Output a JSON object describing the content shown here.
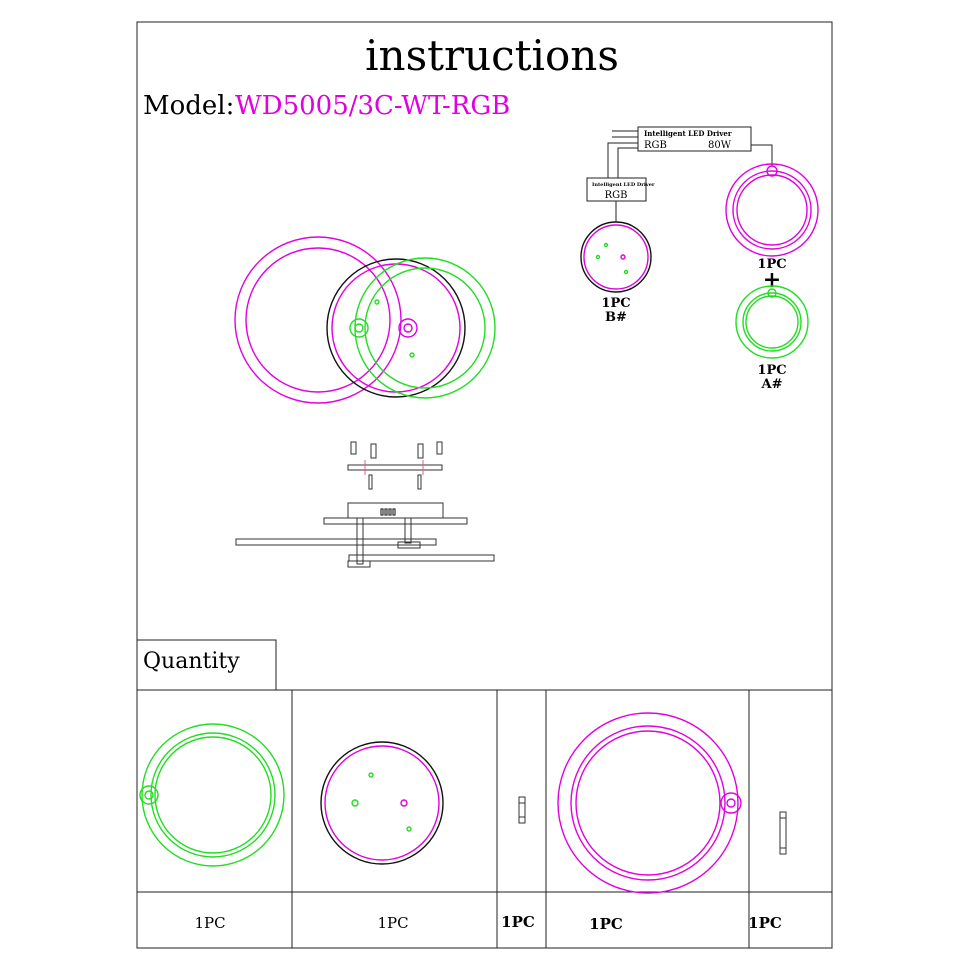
{
  "title": "instructions",
  "model": {
    "label": "Model:",
    "value": "WD5005/3C-WT-RGB"
  },
  "colors": {
    "magenta": "#e000e0",
    "green": "#22dd22"
  },
  "wiring": {
    "main_driver": {
      "title": "Intelligent LED Driver",
      "type": "RGB",
      "power": "80W"
    },
    "sub_driver": {
      "title": "Intelligent LED Driver",
      "type": "RGB"
    },
    "ring_b": {
      "qty": "1PC",
      "code": "B#"
    },
    "ring_large": {
      "qty": "1PC"
    },
    "plus": "+",
    "ring_a": {
      "qty": "1PC",
      "code": "A#"
    }
  },
  "quantity": {
    "heading": "Quantity",
    "items": [
      {
        "qty": "1PC"
      },
      {
        "qty": "1PC"
      },
      {
        "qty": "1PC"
      },
      {
        "qty": "1PC"
      },
      {
        "qty": "1PC"
      }
    ]
  }
}
